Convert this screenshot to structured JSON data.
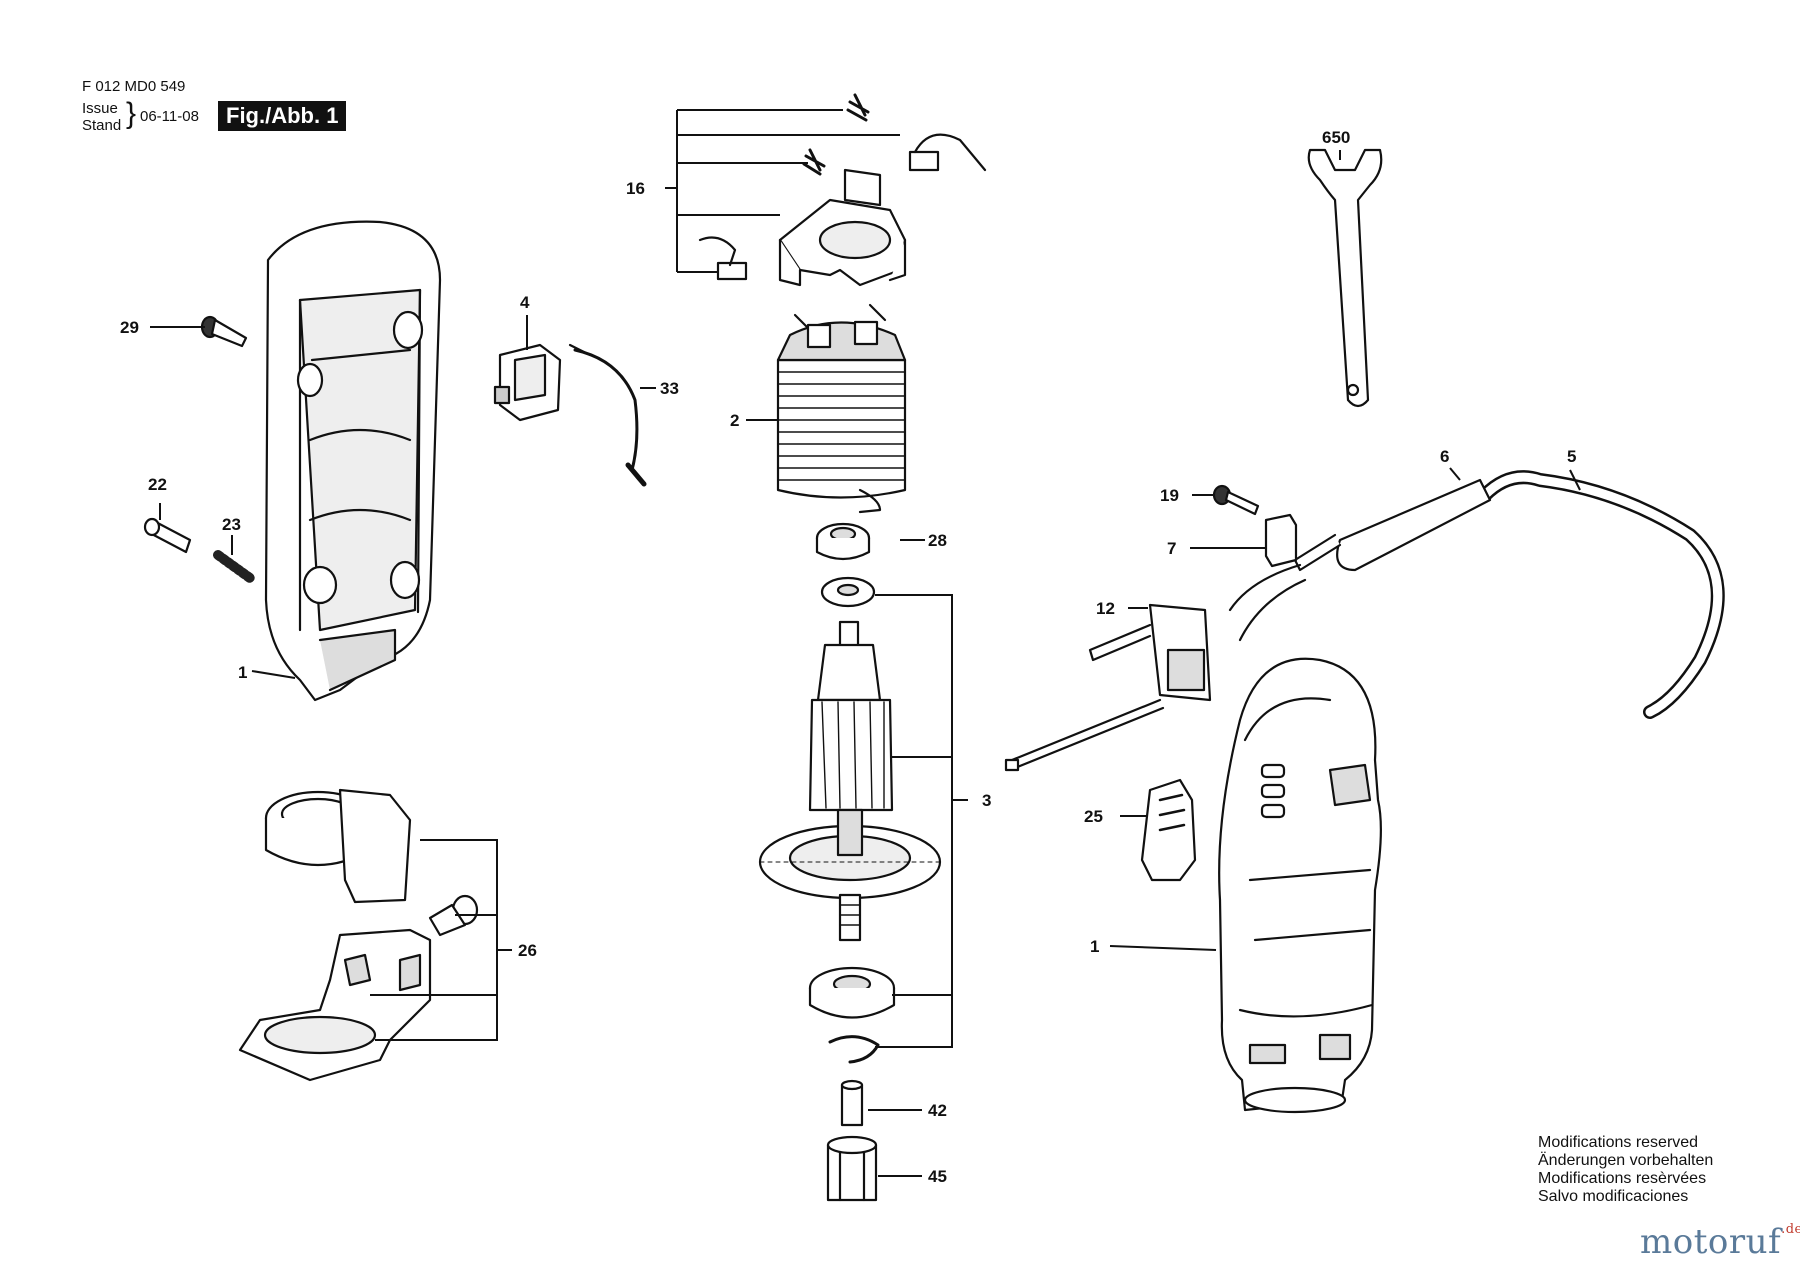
{
  "header": {
    "doc_number": "F 012 MD0 549",
    "issue_label": "Issue",
    "stand_label": "Stand",
    "date": "06-11-08",
    "figure_label": "Fig./Abb. 1"
  },
  "callouts": [
    "1",
    "1",
    "2",
    "3",
    "4",
    "5",
    "6",
    "7",
    "12",
    "16",
    "19",
    "22",
    "23",
    "25",
    "26",
    "28",
    "29",
    "33",
    "42",
    "45",
    "650"
  ],
  "notes": [
    "Modifications reserved",
    "Änderungen vorbehalten",
    "Modifications resèrvées",
    "Salvo modificaciones"
  ],
  "watermark": {
    "text": "motoruf",
    "suffix": ".de"
  },
  "colors": {
    "line": "#111111",
    "part_fill": "#ffffff",
    "shade": "#d8d8d8",
    "watermark": "#5a7a99"
  }
}
